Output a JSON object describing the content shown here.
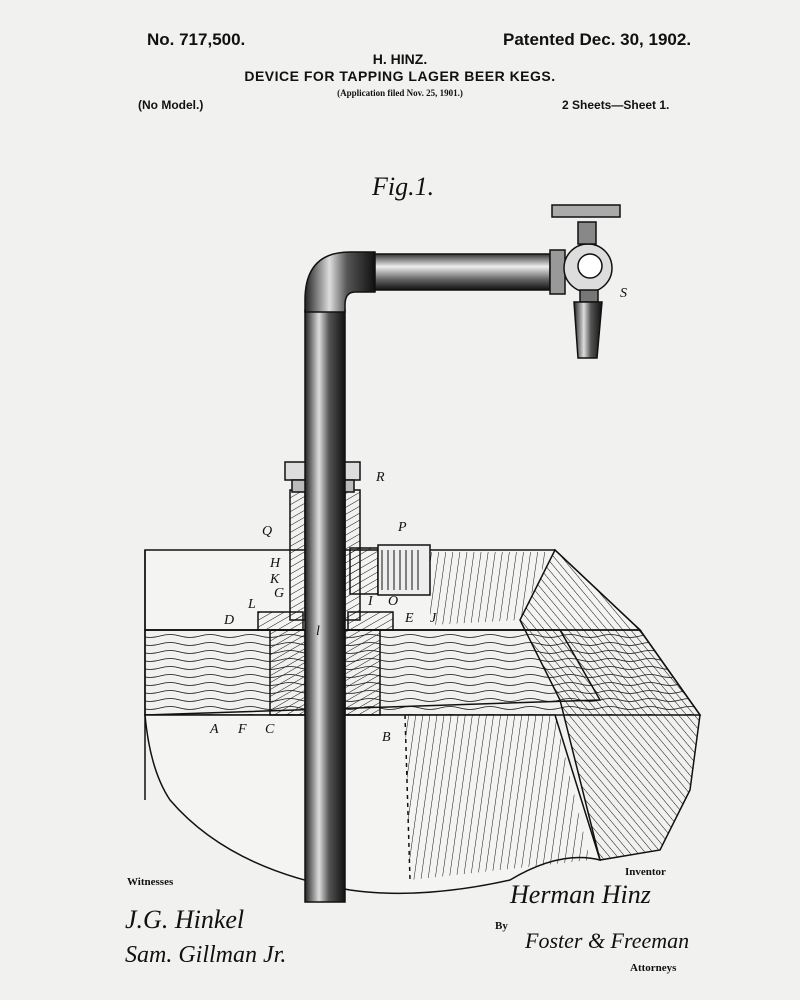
{
  "header": {
    "patent_number": "No. 717,500.",
    "patent_date": "Patented Dec. 30, 1902.",
    "inventor_name": "H. HINZ.",
    "title": "DEVICE FOR TAPPING LAGER BEER KEGS.",
    "application": "(Application filed Nov. 25, 1901.)",
    "model": "(No Model.)",
    "sheets": "2 Sheets—Sheet 1."
  },
  "figure": {
    "label": "Fig.1.",
    "parts": {
      "R": "R",
      "P": "P",
      "Q": "Q",
      "H": "H",
      "K": "K",
      "G": "G",
      "L": "L",
      "D": "D",
      "I": "I",
      "O": "O",
      "E": "E",
      "J": "J",
      "A": "A",
      "F": "F",
      "C": "C",
      "B": "B",
      "S": "S",
      "l": "l"
    }
  },
  "footer": {
    "witnesses_label": "Witnesses",
    "witness_1": "J.G. Hinkel",
    "witness_2": "Sam. Gillman Jr.",
    "inventor_label": "Inventor",
    "inventor_signature": "Herman Hinz",
    "by_label": "By",
    "attorneys_signature": "Foster & Freeman",
    "attorneys_label": "Attorneys"
  }
}
